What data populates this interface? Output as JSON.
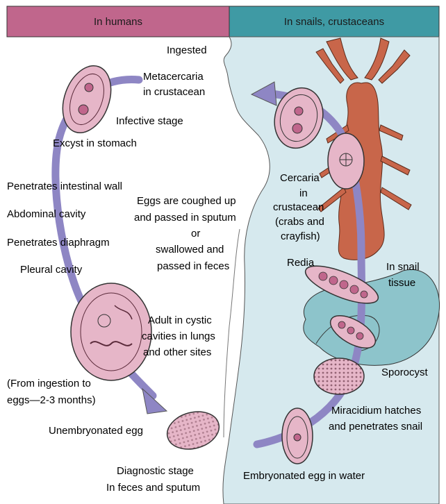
{
  "header": {
    "left_title": "In humans",
    "right_title": "In snails, crustaceans"
  },
  "labels": {
    "ingested": "Ingested",
    "metacercaria_1": "Metacercaria",
    "metacercaria_2": "in crustacean",
    "infective_stage": "Infective stage",
    "excyst": "Excyst in stomach",
    "penetrates_wall": "Penetrates intestinal wall",
    "abdominal": "Abdominal cavity",
    "diaphragm": "Penetrates diaphragm",
    "pleural": "Pleural cavity",
    "eggs_1": "Eggs are coughed up",
    "eggs_2": "and passed in sputum",
    "eggs_3": "or",
    "eggs_4": "swallowed and",
    "eggs_5": "passed in feces",
    "adult_1": "Adult in cystic",
    "adult_2": "cavities in lungs",
    "adult_3": "and other sites",
    "ingestion_1": "(From ingestion to",
    "ingestion_2": "eggs—2-3 months)",
    "unembryonated": "Unembryonated egg",
    "diagnostic_1": "Diagnostic stage",
    "diagnostic_2": "In feces and sputum",
    "cercaria_1": "Cercaria",
    "cercaria_2": "in",
    "cercaria_3": "crustacean",
    "cercaria_4": "(crabs and",
    "cercaria_5": "crayfish)",
    "redia": "Redia",
    "snail_1": "In snail",
    "snail_2": "tissue",
    "sporocyst": "Sporocyst",
    "miracidium_1": "Miracidium hatches",
    "miracidium_2": "and penetrates snail",
    "embryonated": "Embryonated egg in water"
  },
  "colors": {
    "header_left": "#c0668c",
    "header_right": "#3f9aa4",
    "water": "#d6e9ee",
    "snail": "#8dc4cb",
    "crayfish": "#c8664a",
    "arrow": "#8e86c4",
    "organism": "#e6b6c8"
  }
}
